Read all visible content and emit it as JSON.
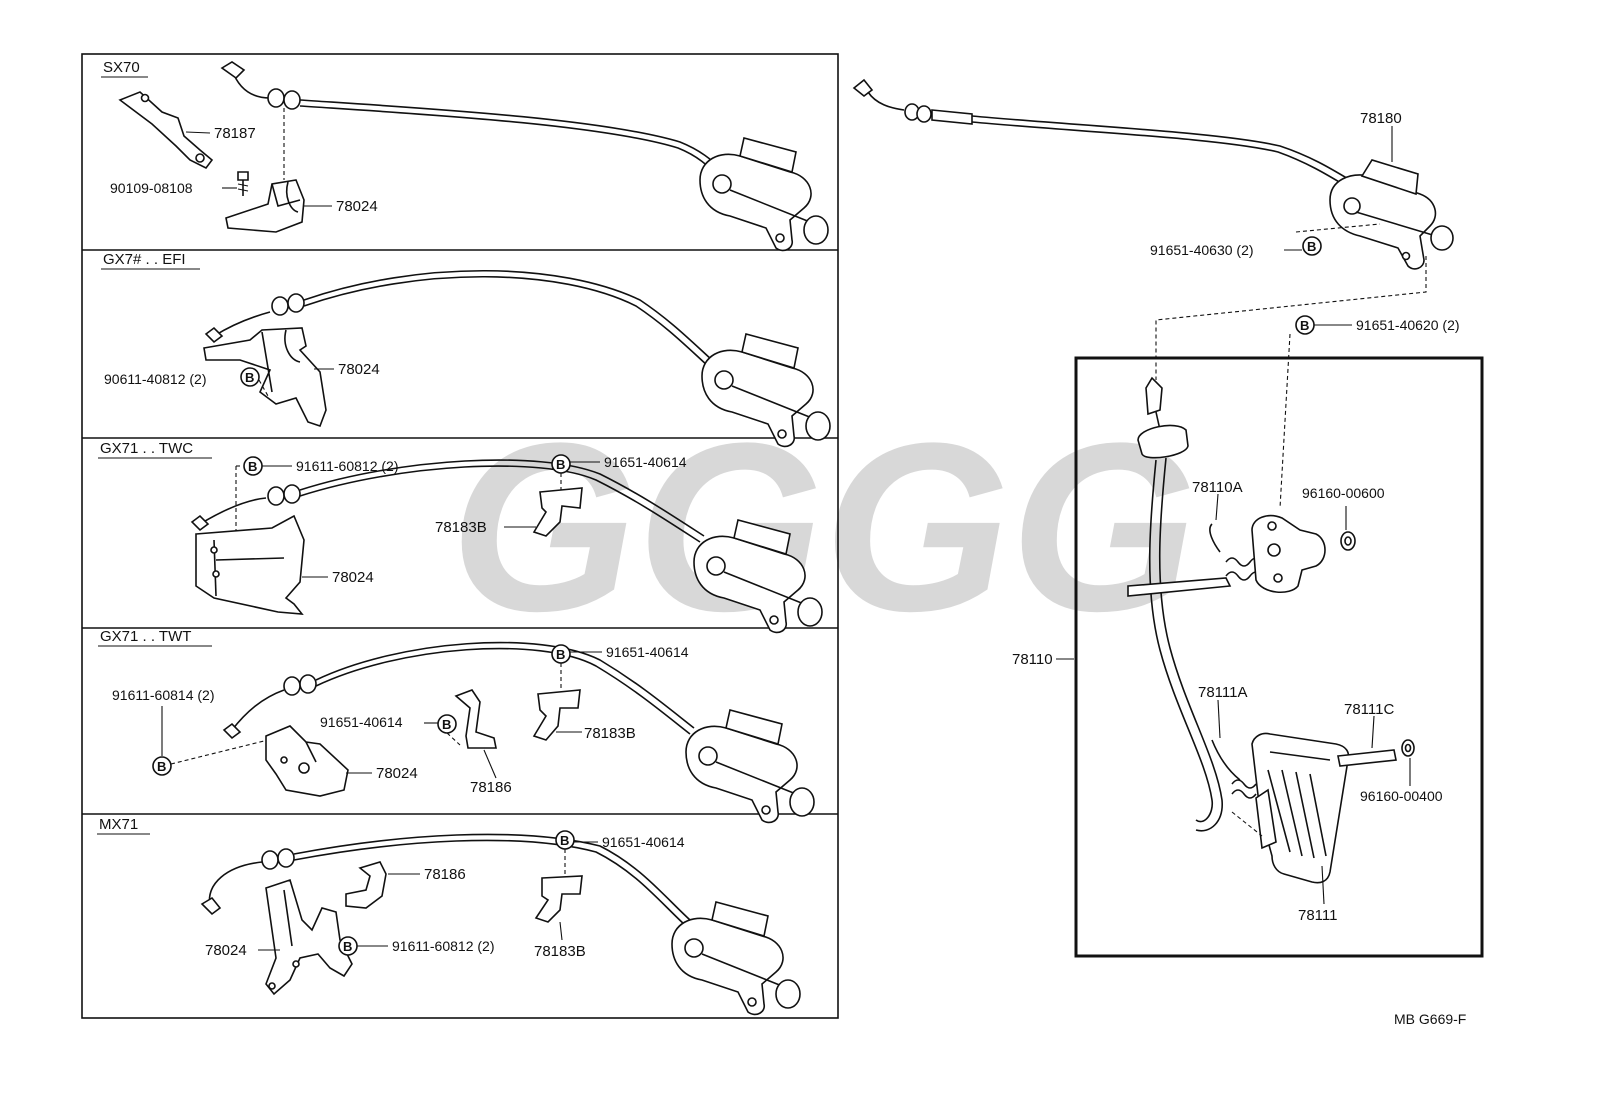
{
  "sections": {
    "sx70": "SX70",
    "gx7efi": "GX7# . . EFI",
    "gx71twc": "GX71 . . TWC",
    "gx71twt": "GX71 . . TWT",
    "mx71": "MX71"
  },
  "badge": "B",
  "labels": {
    "sx70_78187": "78187",
    "sx70_bolt": "90109-08108",
    "sx70_78024": "78024",
    "efi_78024": "78024",
    "efi_bolt": "90611-40812 (2)",
    "twc_bolt1": "91611-60812 (2)",
    "twc_bolt2": "91651-40614",
    "twc_78183b": "78183B",
    "twc_78024": "78024",
    "twt_bolt1": "91611-60814 (2)",
    "twt_bolt2": "91651-40614",
    "twt_bolt3": "91651-40614",
    "twt_78183b": "78183B",
    "twt_78024": "78024",
    "twt_78186": "78186",
    "mx_bolt1": "91651-40614",
    "mx_78186": "78186",
    "mx_78183b": "78183B",
    "mx_78024": "78024",
    "mx_bolt2": "91611-60812 (2)",
    "r_78180": "78180",
    "r_bolt1": "91651-40630 (2)",
    "r_bolt2": "91651-40620 (2)",
    "r_78110a": "78110A",
    "r_96160_600": "96160-00600",
    "r_78110": "78110",
    "r_78111a": "78111A",
    "r_78111c": "78111C",
    "r_96160_400": "96160-00400",
    "r_78111": "78111"
  },
  "drawing_code": "MB G669-F",
  "watermark": "GGGG"
}
